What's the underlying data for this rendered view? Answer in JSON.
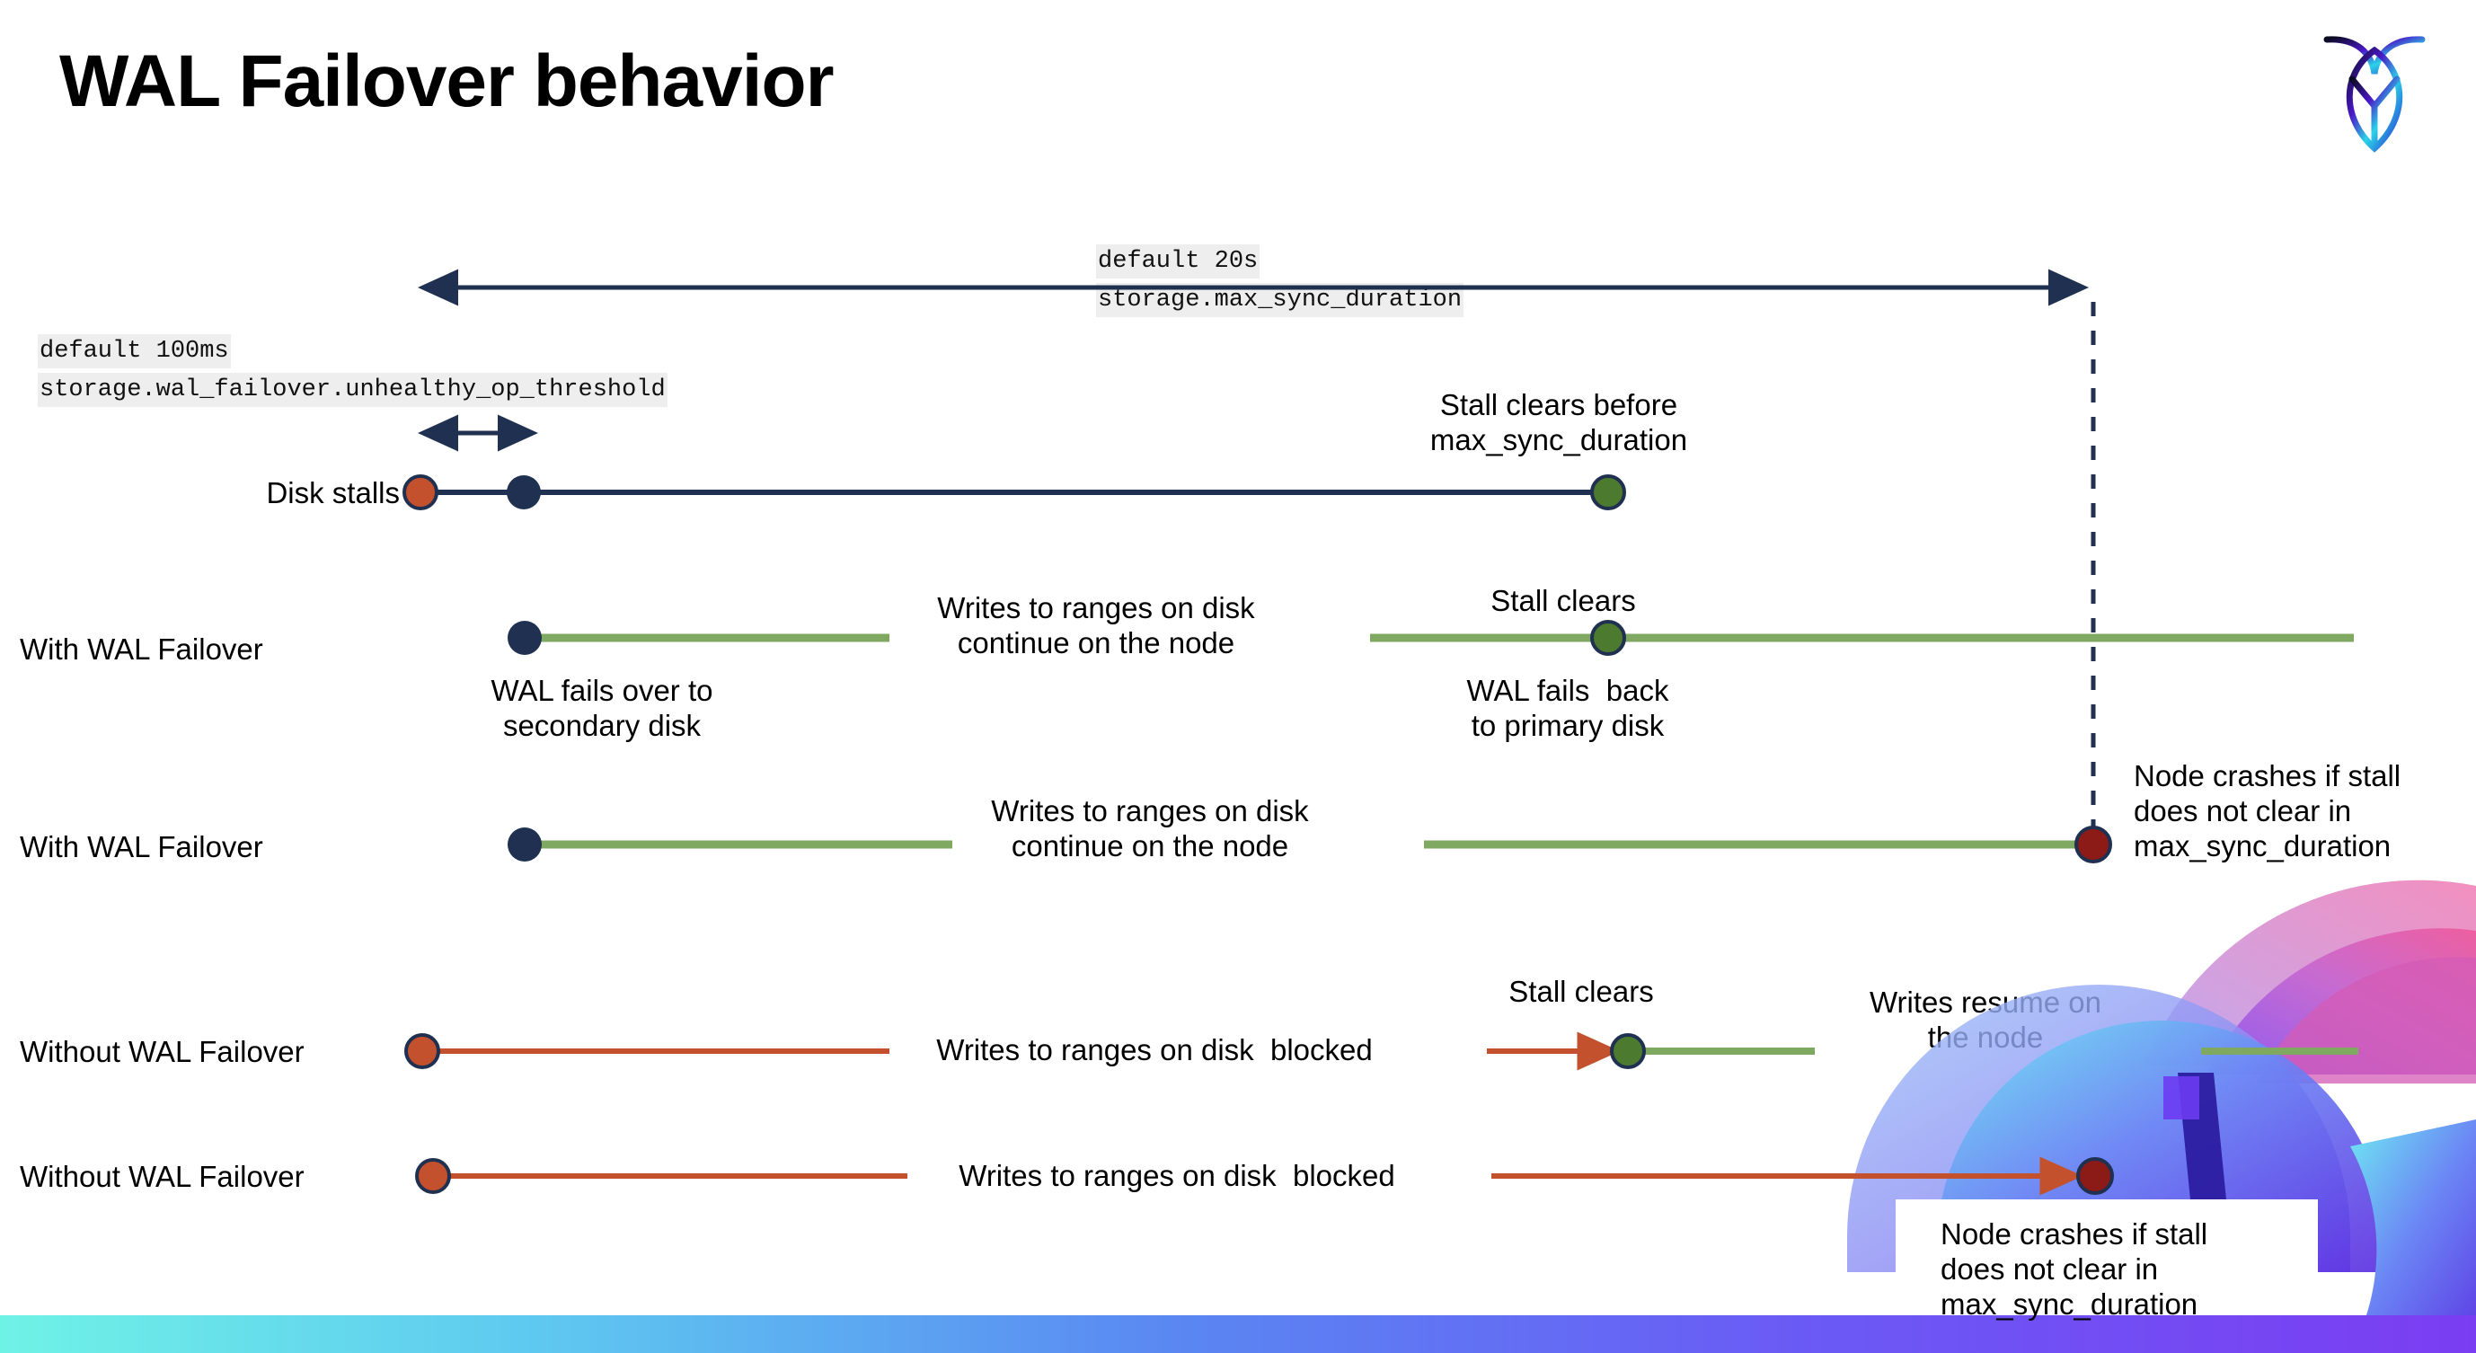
{
  "slide": {
    "title": "WAL Failover behavior",
    "logo_name": "cockroachdb-logo"
  },
  "settings": [
    {
      "id": "max-sync-duration",
      "default_label": "default 20s",
      "cluster_setting": "storage.max_sync_duration"
    },
    {
      "id": "unhealthy-op-threshold",
      "default_label": "default 100ms",
      "cluster_setting": "storage.wal_failover.unhealthy_op_threshold"
    }
  ],
  "rows": [
    {
      "id": "disk-stalls",
      "label": "Disk stalls",
      "annotations": [
        {
          "id": "stall-clears-before",
          "text": "Stall clears before\nmax_sync_duration"
        }
      ]
    },
    {
      "id": "with-wal-failover-clears",
      "label": "With WAL Failover",
      "annotations": [
        {
          "id": "writes-continue",
          "text": "Writes to ranges on disk\ncontinue on the node"
        },
        {
          "id": "stall-clears",
          "text": "Stall clears"
        },
        {
          "id": "wal-fails-back",
          "text": "WAL fails  back\nto primary disk"
        },
        {
          "id": "wal-fails-over",
          "text": "WAL fails over to\nsecondary disk"
        }
      ]
    },
    {
      "id": "with-wal-failover-crash",
      "label": "With WAL Failover",
      "annotations": [
        {
          "id": "writes-continue-2",
          "text": "Writes to ranges on disk\ncontinue on the node"
        },
        {
          "id": "node-crashes-1",
          "text": "Node crashes if stall\ndoes not clear in\nmax_sync_duration"
        }
      ]
    },
    {
      "id": "without-wal-failover-clears",
      "label": "Without WAL Failover",
      "annotations": [
        {
          "id": "writes-blocked",
          "text": "Writes to ranges on disk  blocked"
        },
        {
          "id": "stall-clears-2",
          "text": "Stall clears"
        },
        {
          "id": "writes-resume",
          "text": "Writes resume on\nthe node"
        }
      ]
    },
    {
      "id": "without-wal-failover-crash",
      "label": "Without WAL Failover",
      "annotations": [
        {
          "id": "writes-blocked-2",
          "text": "Writes to ranges on disk  blocked"
        },
        {
          "id": "node-crashes-2",
          "text": "Node crashes if stall\ndoes not clear in\nmax_sync_duration"
        }
      ]
    }
  ],
  "legend_markers": {
    "stall-start": "orange-dot",
    "failover": "navy-dot",
    "stall-clear": "green-dot",
    "node-crash": "darkred-dot"
  },
  "colors": {
    "navy": "#1F3050",
    "orange": "#C4512E",
    "green_line": "#7FA860",
    "green_dot": "#4C7A2E",
    "dark_red": "#8C1A16",
    "code_bg": "#EEEEEE",
    "gradient_start": "#6FF2E6",
    "gradient_end": "#7B3DF2"
  }
}
